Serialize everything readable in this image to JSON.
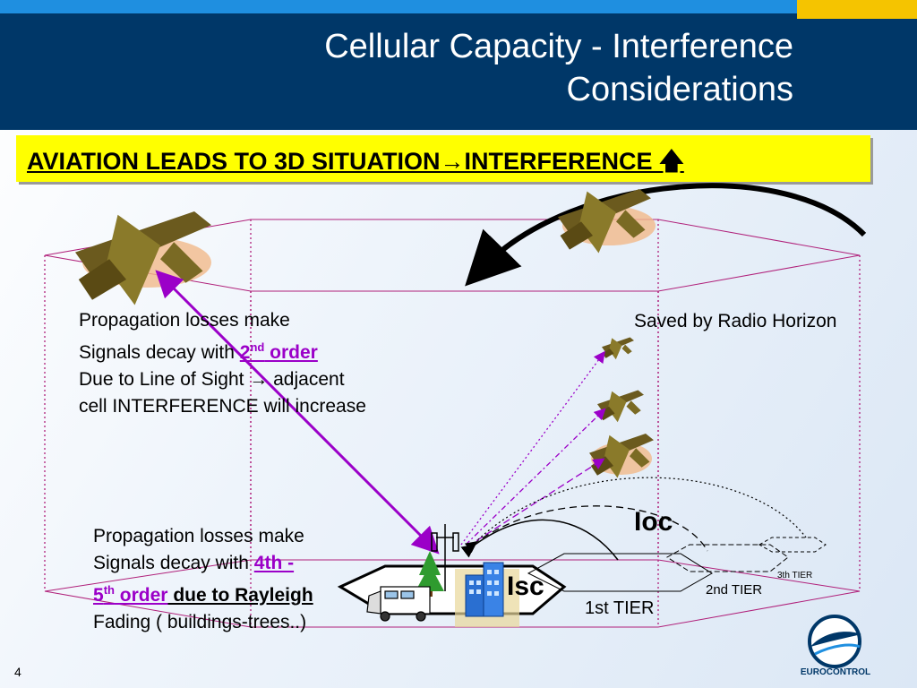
{
  "header": {
    "title_line1": "Cellular Capacity  - Interference",
    "title_line2": "Considerations"
  },
  "banner": {
    "text": "AVIATION LEADS TO 3D SITUATION→INTERFERENCE 🡅"
  },
  "notes": {
    "upper": {
      "line1": "Propagation losses make",
      "line2_prefix": "Signals decay with ",
      "line2_emph": "2",
      "line2_sup": "nd",
      "line2_emph_tail": " order",
      "line3": "Due to Line of Sight → adjacent",
      "line4": "cell INTERFERENCE will increase"
    },
    "lower": {
      "line1": "Propagation losses make",
      "line2_prefix": "Signals decay with ",
      "line2_emph": "4th -",
      "line3_emph": "5",
      "line3_sup": "th",
      "line3_emph_tail": " order",
      "line3_bold": " due to Rayleigh",
      "line4": "Fading ( buildings-trees..)"
    },
    "radio_horizon": "Saved by Radio Horizon"
  },
  "labels": {
    "loc": "Ioc",
    "isc": "Isc",
    "tier1": "1st TIER",
    "tier2": "2nd TIER",
    "tier3": "3th TIER"
  },
  "footer": {
    "page_number": "4",
    "logo_text": "EUROCONTROL"
  },
  "colors": {
    "header_bg": "#003768",
    "banner_bg": "#ffff00",
    "accent_magenta": "#9b00c8",
    "plane_disc": "#f1b98a"
  }
}
